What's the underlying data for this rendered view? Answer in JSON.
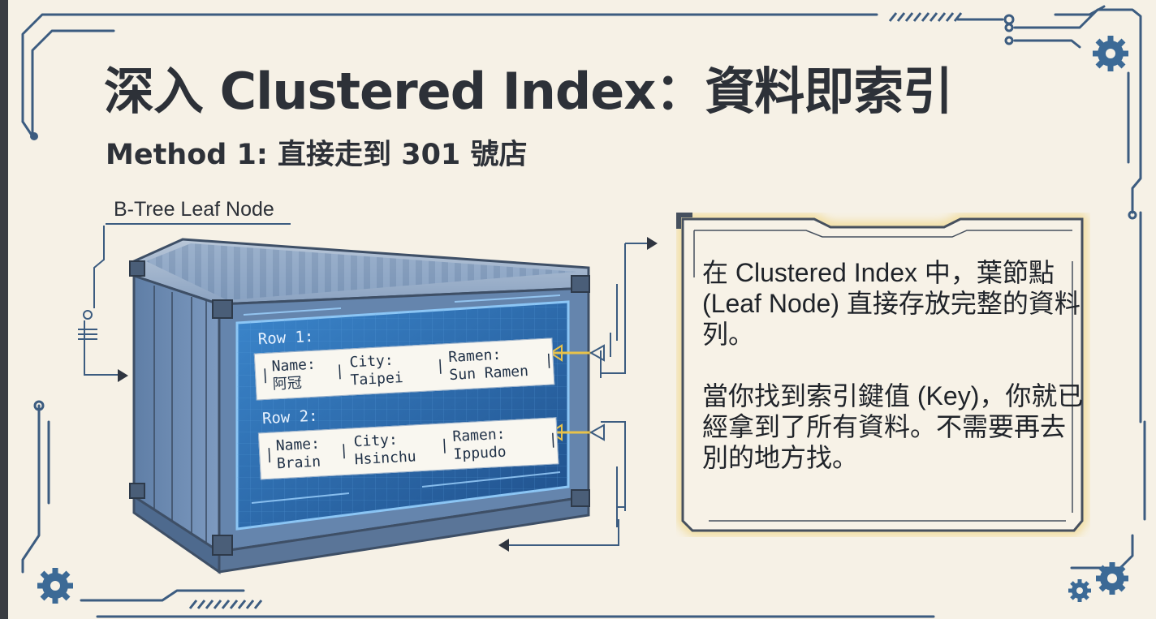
{
  "title": "深入 Clustered Index：資料即索引",
  "subtitle": "Method 1: 直接走到 301 號店",
  "node_label": "B-Tree Leaf Node",
  "rows": [
    {
      "label": "Row 1:",
      "name_key": "Name:",
      "name_val": "阿冠",
      "city_key": "City:",
      "city_val": "Taipei",
      "ramen_key": "Ramen:",
      "ramen_val": "Sun Ramen"
    },
    {
      "label": "Row 2:",
      "name_key": "Name:",
      "name_val": "Brain",
      "city_key": "City:",
      "city_val": "Hsinchu",
      "ramen_key": "Ramen:",
      "ramen_val": "Ippudo"
    }
  ],
  "info": {
    "paragraph1": "在 Clustered Index 中，葉節點 (Leaf Node) 直接存放完整的資料列。",
    "paragraph2": "當你找到索引鍵值 (Key)，你就已經拿到了所有資料。不需要再去別的地方找。"
  },
  "colors": {
    "background": "#f6f1e6",
    "frame_line": "#3c5c80",
    "container_steel": "#6f8fb5",
    "screen_blue": "#2f6fb0",
    "glow": "#f1d88a"
  }
}
